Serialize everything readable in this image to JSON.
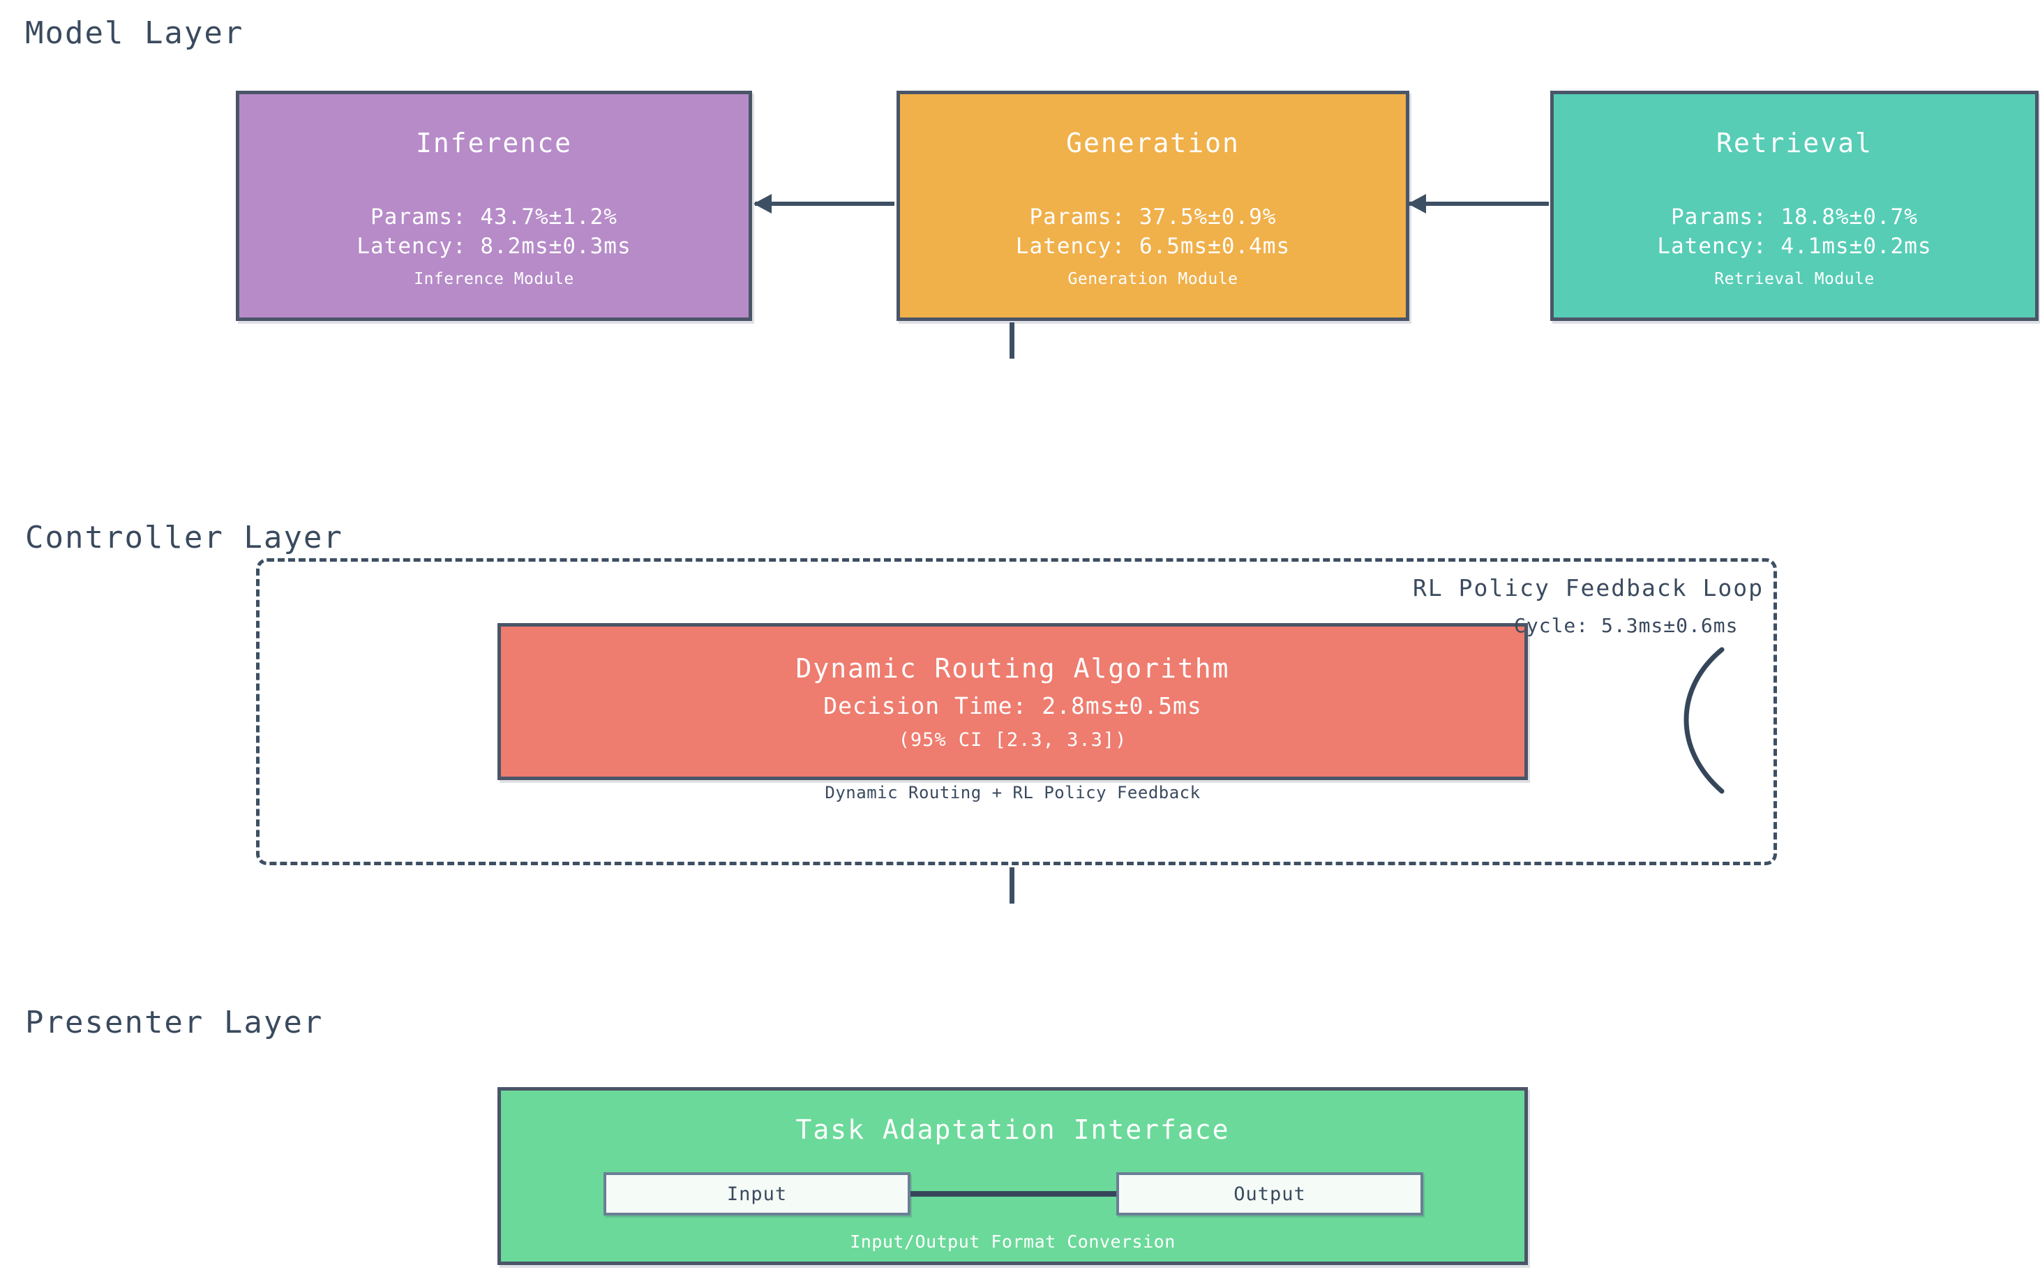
{
  "layers": [
    {
      "title": "Model Layer"
    },
    {
      "title": "Controller Layer"
    },
    {
      "title": "Presenter Layer"
    }
  ],
  "model_layer": {
    "title": "Model Layer",
    "modules": [
      {
        "name": "Inference",
        "params": "Params: 43.7%±1.2%",
        "latency": "Latency: 8.2ms±0.3ms",
        "caption": "Inference Module",
        "color": "#b68bc8"
      },
      {
        "name": "Generation",
        "params": "Params: 37.5%±0.9%",
        "latency": "Latency: 6.5ms±0.4ms",
        "caption": "Generation Module",
        "color": "#f0b04a"
      },
      {
        "name": "Retrieval",
        "params": "Params: 18.8%±0.7%",
        "latency": "Latency: 4.1ms±0.2ms",
        "caption": "Retrieval Module",
        "color": "#57cdb6"
      }
    ]
  },
  "controller_layer": {
    "title": "Controller Layer",
    "routing": {
      "name": "Dynamic Routing Algorithm",
      "decision_time": "Decision Time: 2.8ms±0.5ms",
      "confidence_interval": "(95% CI [2.3, 3.3])",
      "caption": "Dynamic Routing + RL Policy Feedback",
      "color": "#ee7c6f"
    },
    "feedback_loop": {
      "label": "RL Policy Feedback Loop",
      "cycle": "Cycle: 5.3ms±0.6ms"
    }
  },
  "presenter_layer": {
    "title": "Presenter Layer",
    "interface": {
      "name": "Task Adaptation Interface",
      "input_label": "Input",
      "output_label": "Output",
      "caption": "Input/Output Format Conversion",
      "color": "#6bd99a"
    }
  },
  "theme": {
    "stroke": "#4a5568",
    "text_dark": "#3a4a5e",
    "text_light": "#ffffff",
    "background": "#ffffff"
  }
}
